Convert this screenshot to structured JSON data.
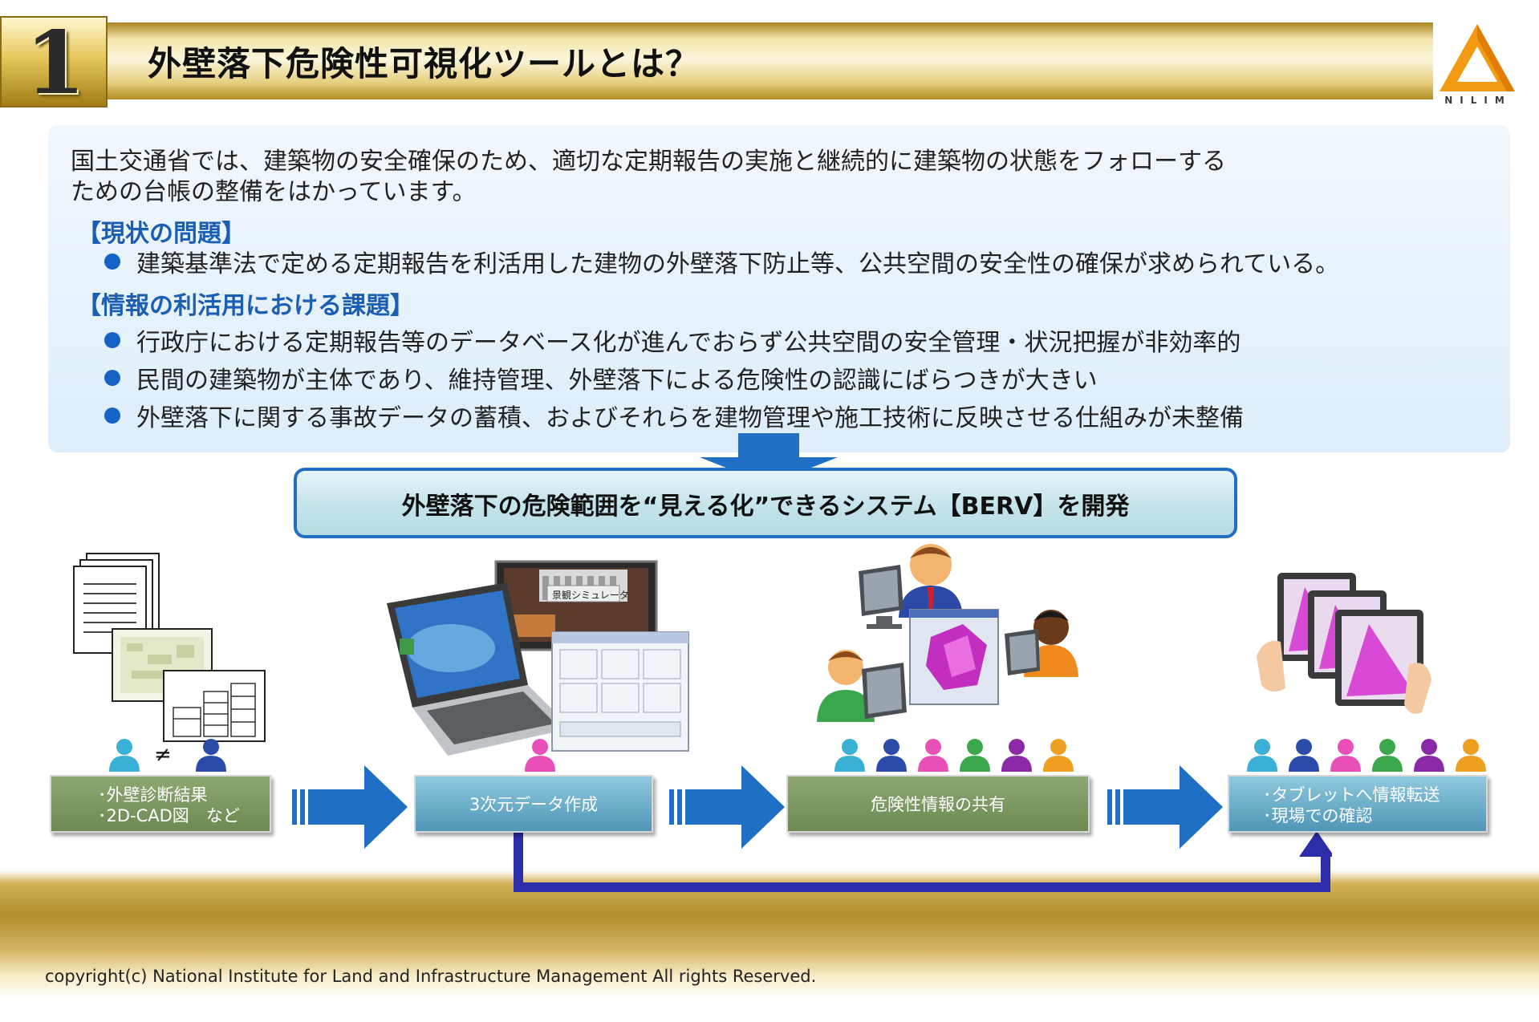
{
  "header": {
    "number": "1",
    "title": "外壁落下危険性可視化ツールとは？",
    "logo_text": "NILIM"
  },
  "intro": {
    "line1": "国土交通省では、建築物の安全確保のため、適切な定期報告の実施と継続的に建築物の状態をフォローする",
    "line2": "ための台帳の整備をはかっています。"
  },
  "sections": [
    {
      "heading": "【現状の問題】",
      "bullets": [
        "建築基準法で定める定期報告を利活用した建物の外壁落下防止等、公共空間の安全性の確保が求められている。"
      ]
    },
    {
      "heading": "【情報の利活用における課題】",
      "bullets": [
        "行政庁における定期報告等のデータベース化が進んでおらず公共空間の安全管理・状況把握が非効率的",
        "民間の建築物が主体であり、維持管理、外壁落下による危険性の認識にばらつきが大きい",
        "外壁落下に関する事故データの蓄積、およびそれらを建物管理や施工技術に反映させる仕組みが未整備"
      ]
    }
  ],
  "banner": "外壁落下の危険範囲を“見える化”できるシステム【BERV】を開発",
  "process": {
    "neq": "≠",
    "step1": {
      "line1": "･外壁診断結果",
      "line2": "･2D-CAD図　など"
    },
    "step2": "3次元データ作成",
    "step2_screen_label": "景観シミュレータ",
    "step3": "危険性情報の共有",
    "step4": {
      "line1": "･タブレットへ情報転送",
      "line2": "･現場での確認"
    }
  },
  "colors": {
    "accent_blue": "#1663c7",
    "heading_blue": "#1b5fb4",
    "green_box": "#6d8a52",
    "blue_box": "#4f96b8",
    "flow_arrow": "#1f6fc5",
    "return_arrow": "#2b2ea8",
    "gold": "#c9a440",
    "logo_orange": "#f29a12"
  },
  "footer": {
    "copyright": "copyright(c) National Institute for Land and Infrastructure Management All rights Reserved."
  }
}
